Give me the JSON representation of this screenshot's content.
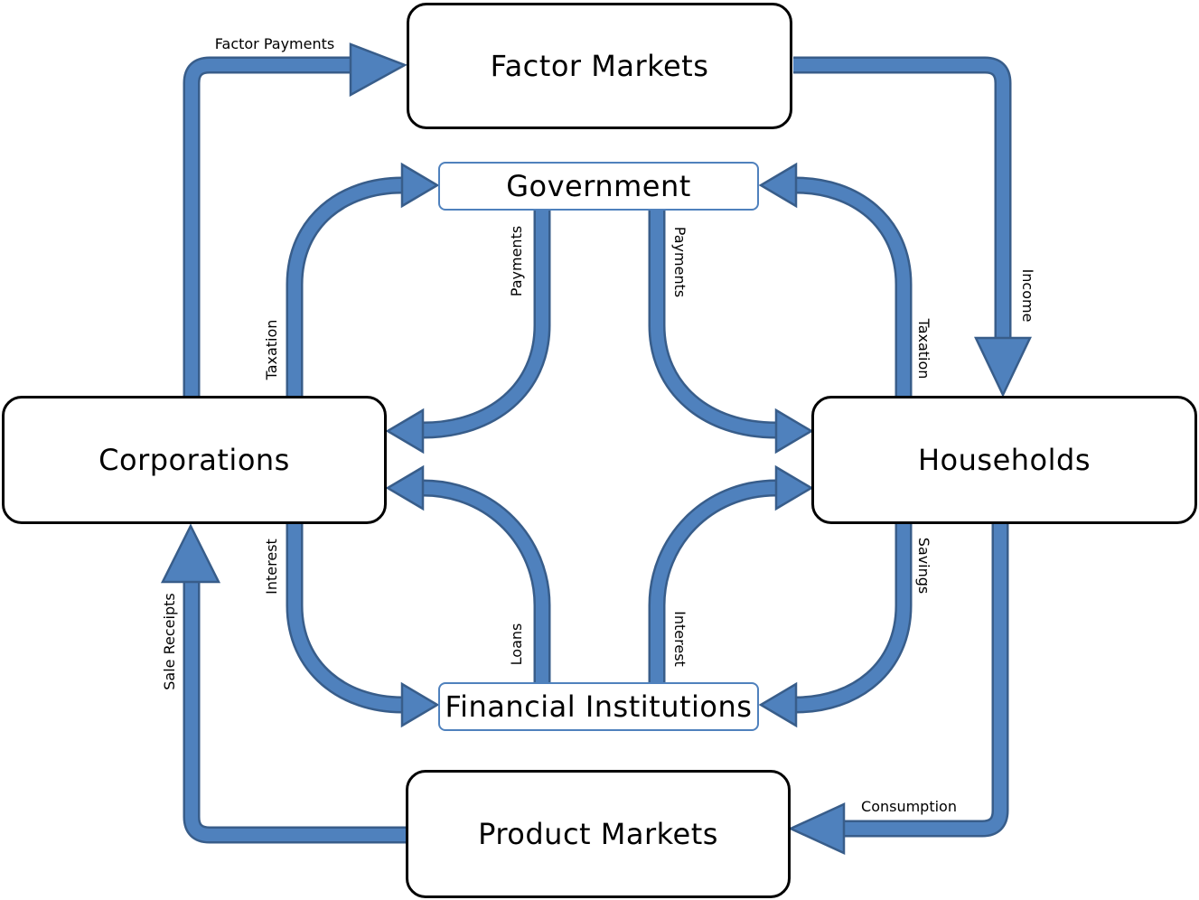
{
  "nodes": {
    "factor_markets": "Factor Markets",
    "government": "Government",
    "corporations": "Corporations",
    "households": "Households",
    "financial_institutions": "Financial Institutions",
    "product_markets": "Product Markets"
  },
  "flows": {
    "factor_payments": "Factor Payments",
    "income": "Income",
    "consumption": "Consumption",
    "sale_receipts": "Sale Receipts",
    "taxation_corporations": "Taxation",
    "taxation_households": "Taxation",
    "payments_to_corporations": "Payments",
    "payments_to_households": "Payments",
    "interest_corporations": "Interest",
    "interest_households": "Interest",
    "loans": "Loans",
    "savings": "Savings"
  },
  "colors": {
    "flow_fill": "#4f81bd",
    "flow_outline": "#385d8a",
    "box_border": "#000000",
    "small_box_border": "#4f81bd"
  }
}
